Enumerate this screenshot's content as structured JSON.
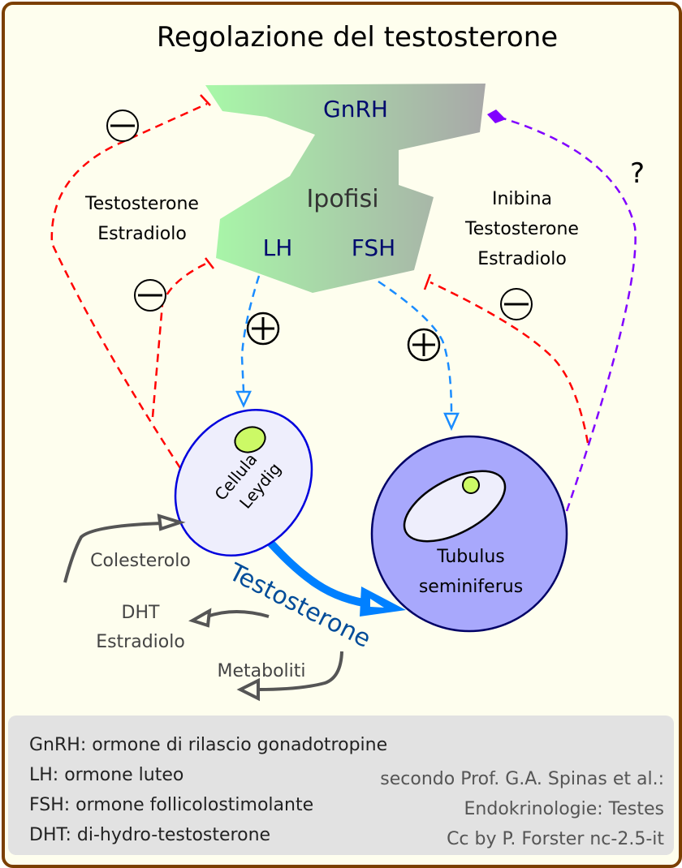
{
  "title": "Regolazione del testosterone",
  "pituitary": {
    "name": "Ipofisi",
    "hormone_top": "GnRH",
    "hormone_left": "LH",
    "hormone_right": "FSH"
  },
  "left_feedback": {
    "label_lines": [
      "Testosterone",
      "Estradiolo"
    ],
    "sign_top": "minus",
    "sign_bottom": "minus"
  },
  "right_feedback": {
    "label_lines": [
      "Inibina",
      "Testosterone",
      "Estradiolo"
    ],
    "sign": "minus",
    "question_mark": "?"
  },
  "stimulation": {
    "lh_sign": "plus",
    "fsh_sign": "plus"
  },
  "leydig_cell": {
    "label_lines": [
      "Cellula",
      "Leydig"
    ]
  },
  "tubule": {
    "label_lines": [
      "Tubulus",
      "seminiferus"
    ]
  },
  "testosterone_arrow_label": "Testosterone",
  "inputs_outputs": {
    "input": "Colesterolo",
    "output_1_lines": [
      "DHT",
      "Estradiolo"
    ],
    "output_2": "Metaboliti"
  },
  "legend": [
    "GnRH: ormone di rilascio gonadotropine",
    "LH: ormone luteo",
    "FSH: ormone follicolostimolante",
    "DHT: di-hydro-testosterone"
  ],
  "credits": [
    "secondo Prof. G.A. Spinas et al.:",
    "Endokrinologie: Testes",
    "Cc by P. Forster nc-2.5-it"
  ],
  "colors": {
    "inhibition": "#ff0000",
    "stimulation": "#1a8cff",
    "unknown": "#8000ff",
    "testosterone_flow": "#0080ff",
    "border": "#7b3f00",
    "background": "#fefeee"
  }
}
